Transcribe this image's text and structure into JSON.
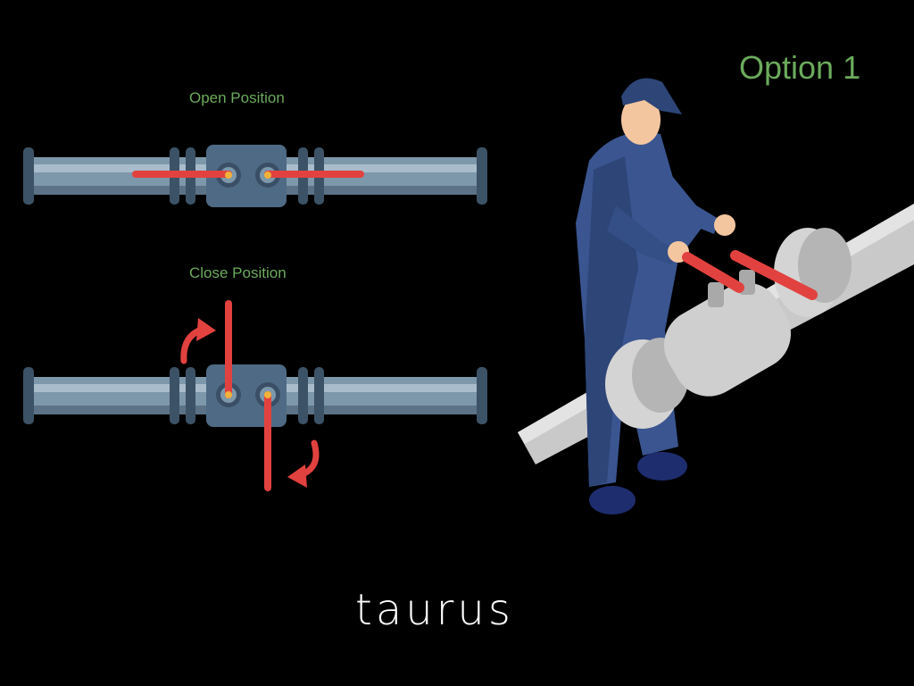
{
  "labels": {
    "open_position": "Open Position",
    "close_position": "Close Position",
    "option": "Option 1"
  },
  "brand": "taurus",
  "colors": {
    "background": "#000000",
    "label_green": "#6bab5c",
    "handle_red": "#e2423f",
    "pipe_blue": "#7d97ab",
    "pipe_flange": "#3c5266",
    "worker_blue": "#3a5590",
    "pipe_gray": "#c9c9c9"
  },
  "icons": [
    "curved-arrow-icon",
    "curved-arrow-icon"
  ]
}
